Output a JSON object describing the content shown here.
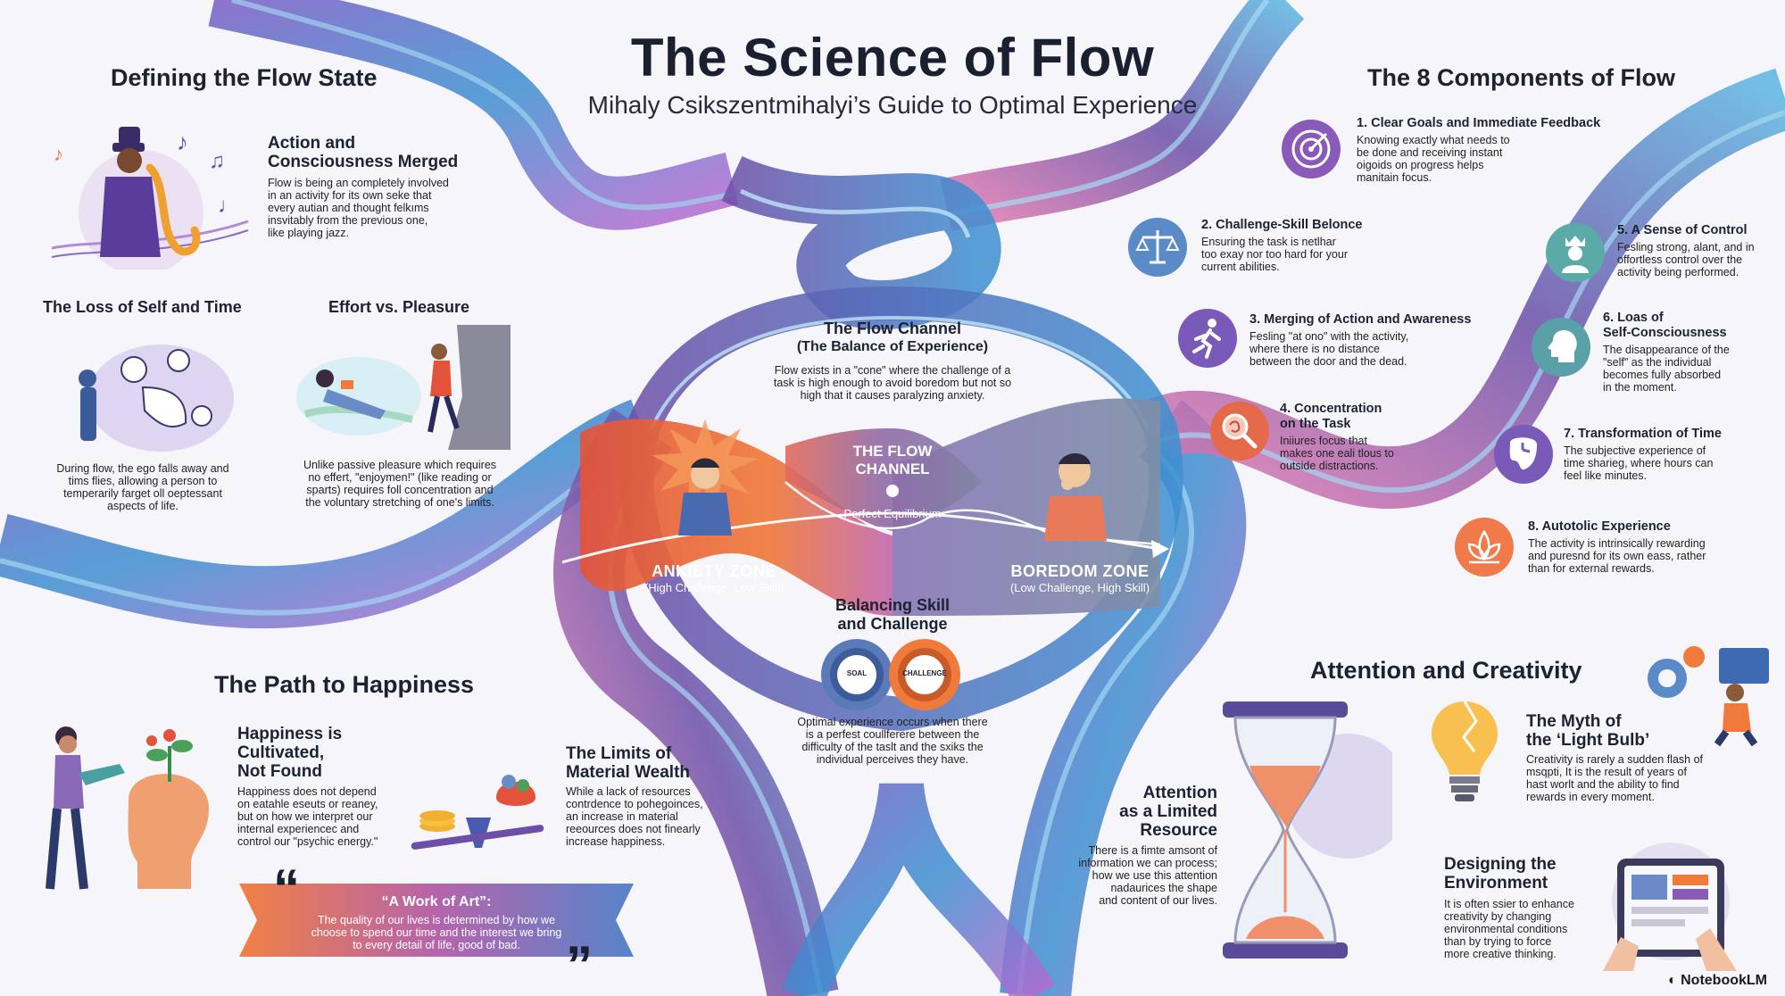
{
  "title": "The Science of Flow",
  "subtitle": "Mihaly Csikszentmihalyi’s Guide to Optimal Experience",
  "defining": {
    "heading": "Defining the Flow State",
    "merged_title": "Action and\nConsciousness Merged",
    "merged_text": "Flow is being an completely involved\nin an activity for its own seke that\nevery autian and thought felkıms\ninsvitably from the previous one,\nlike playing jazz.",
    "loss_title": "The Loss of Self and Time",
    "loss_text": "During flow, the ego falls away and\ntims flies, allowing a person to\ntemperarily farget oll oeptessant\naspects of life.",
    "effort_title": "Effort vs. Pleasure",
    "effort_text": "Unlike passive pleasure which requires\nno effert, \"enjoymen!\" (like reading or\nsparts) requires foll concentration and\nthe voluntary stretching of one's limits."
  },
  "channel": {
    "heading": "The Flow Channel",
    "subheading": "(The Balance of Experience)",
    "text": "Flow exists in a \"cone\" where the challenge of a\ntask is high enough to avoid boredom but not so\nhigh that it causes paralyzing anxiety.",
    "center_title": "THE FLOW\nCHANNEL",
    "center_label": "Perfect Equilibrium",
    "anxiety_title": "ANKIETY ZONE",
    "anxiety_sub": "(High Challenge, Low Skill)",
    "boredom_title": "BOREDOM ZONE",
    "boredom_sub": "(Low Challenge, High Skill)",
    "balance_title": "Balancing Skill\nand Challenge",
    "gear_left": "SOAL",
    "gear_right": "CHALLENGE",
    "balance_text": "Optimal experience occurs when there\nis a perfest coullferere between the\ndifficulty of the taslt and the sxiks the\nindividual perceives they have."
  },
  "components": {
    "heading": "The 8 Components of Flow",
    "items": [
      {
        "title": "1. Clear Goals and Immediate Feedback",
        "text": "Knowing exactly what needs to\nbe done and receiving instant\noigoids on progress helps\nmanitain focus.",
        "icon": "target-icon"
      },
      {
        "title": "2. Challenge-Skill Belonce",
        "text": "Ensuring the task is netlhar\ntoo exay nor too hard for your\ncurrent abilities.",
        "icon": "scale-icon"
      },
      {
        "title": "3. Merging of Action and Awareness",
        "text": "Fesling \"at ono\" with the activity,\nwhere there is no distance\nbetween the door and the dead.",
        "icon": "runner-icon"
      },
      {
        "title": "4. Concentration\non the Task",
        "text": "Iniiures focus that\nmakes one eali tlous to\noutside distractions.",
        "icon": "brain-magnifier-icon"
      },
      {
        "title": "5. A Sense of Control",
        "text": "Fesling strong, alant, and in\noffortless control over the\nactivity being performed.",
        "icon": "crowned-person-icon"
      },
      {
        "title": "6. Loas of\nSelf-Consciousness",
        "text": "The disappearance of the\n\"self\" as the individual\nbecomes fully absorbed\nin the moment.",
        "icon": "head-profile-icon"
      },
      {
        "title": "7. Transformation of Time",
        "text": "The subjective experience of\ntime sharieg, where hours can\nfeel like minutes.",
        "icon": "melting-clock-icon"
      },
      {
        "title": "8. Autotolic Experience",
        "text": "The activity is intrinsically rewarding\nand puresnd for its own eass, rather\nthan for external rewards.",
        "icon": "lotus-icon"
      }
    ]
  },
  "happiness": {
    "heading": "The Path to Happiness",
    "cultivated_title": "Happiness is\nCultivated,\nNot Found",
    "cultivated_text": "Happiness does not depend\non eatahle eseuts or reaney,\nbut on how we interpret our\ninternal experiencec and\ncontrol our \"psychic energy.\"",
    "wealth_title": "The Limits of\nMaterial Wealth",
    "wealth_text": "While a lack of resources\ncontrdence to pohegoinces,\nan increase in material\nreeources does not finearly\nincrease happiness.",
    "quote_open": "“",
    "quote_title": "“A Work of Art”:",
    "quote_text": "The quality of our lives is determined by how we\nchoose to spend our time and the interest we bring\nto every detail of life, good of bad.",
    "quote_close": "”"
  },
  "attention": {
    "heading": "Attention and Creativity",
    "limited_title": "Attention\nas a Limited\nResource",
    "limited_text": "There is a fimte amsont of\ninformation we can process;\nhow we use this attention\nnadaurices the shape\nand content of our lives.",
    "bulb_title": "The Myth of\nthe ‘Light Bulb’",
    "bulb_text": "Creativity is rarely a sudden flash of\nmsqpti, It is the result of years of\nhast worlt and the ability to find\nrewards in every moment.",
    "env_title": "Designing the\nEnvironment",
    "env_text": "It is often ssier to enhance\ncreativity by changing\nenvironmental conditions\nthan by trying to force\nmore creative thinking."
  },
  "brand": "NotebookLM",
  "colors": {
    "purple": "#6b4fa8",
    "blue": "#3d8fd0",
    "orange": "#f07a3a",
    "red": "#e2533a",
    "dark": "#1b2031"
  }
}
